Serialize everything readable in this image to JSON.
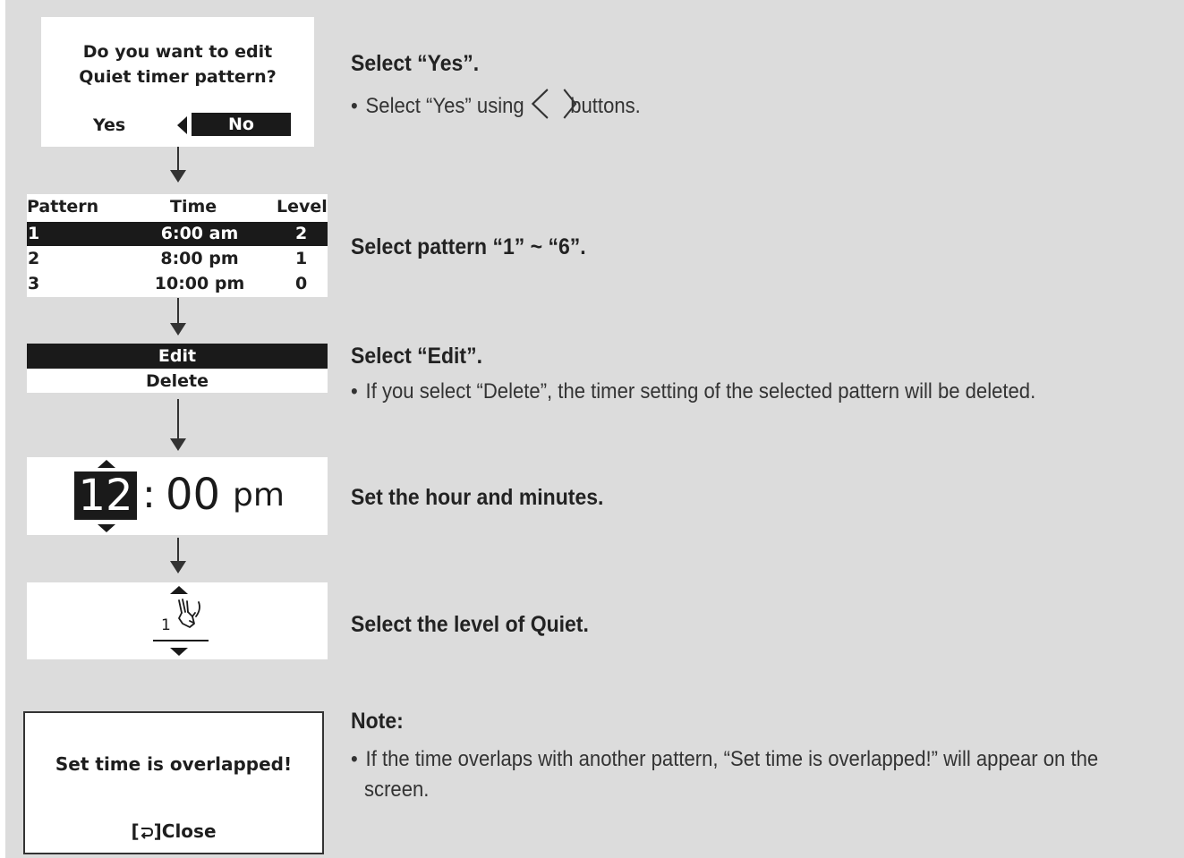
{
  "step1": {
    "question_line1": "Do you want to edit",
    "question_line2": "Quiet timer pattern?",
    "yes_label": "Yes",
    "no_label": "No",
    "title": "Select “Yes”.",
    "body_part1": "Select “Yes” using",
    "body_part2": "buttons."
  },
  "step2": {
    "columns": [
      "Pattern",
      "Time",
      "Level"
    ],
    "rows": [
      {
        "pattern": "1",
        "time": "6:00 am",
        "level": "2"
      },
      {
        "pattern": "2",
        "time": "8:00 pm",
        "level": "1"
      },
      {
        "pattern": "3",
        "time": "10:00 pm",
        "level": "0"
      }
    ],
    "title": "Select pattern “1” ~ “6”."
  },
  "step3": {
    "edit_label": "Edit",
    "delete_label": "Delete",
    "title": "Select “Edit”.",
    "body": "If you select “Delete”, the timer setting of the selected pattern will be deleted."
  },
  "step4": {
    "hour": "12",
    "separator": ":",
    "minutes": "00",
    "ampm": "pm",
    "title": "Set the hour and minutes."
  },
  "step5": {
    "level_value": "1",
    "title": "Select the level of Quiet."
  },
  "note": {
    "message": "Set time is overlapped!",
    "close_label": "Close",
    "title": "Note:",
    "body_line1": "If the time overlaps with another pattern, “Set time is overlapped!” will appear on the",
    "body_line2": "screen."
  },
  "colors": {
    "background": "#dcdcdc",
    "screen": "#ffffff",
    "highlight": "#1a1a1a"
  }
}
